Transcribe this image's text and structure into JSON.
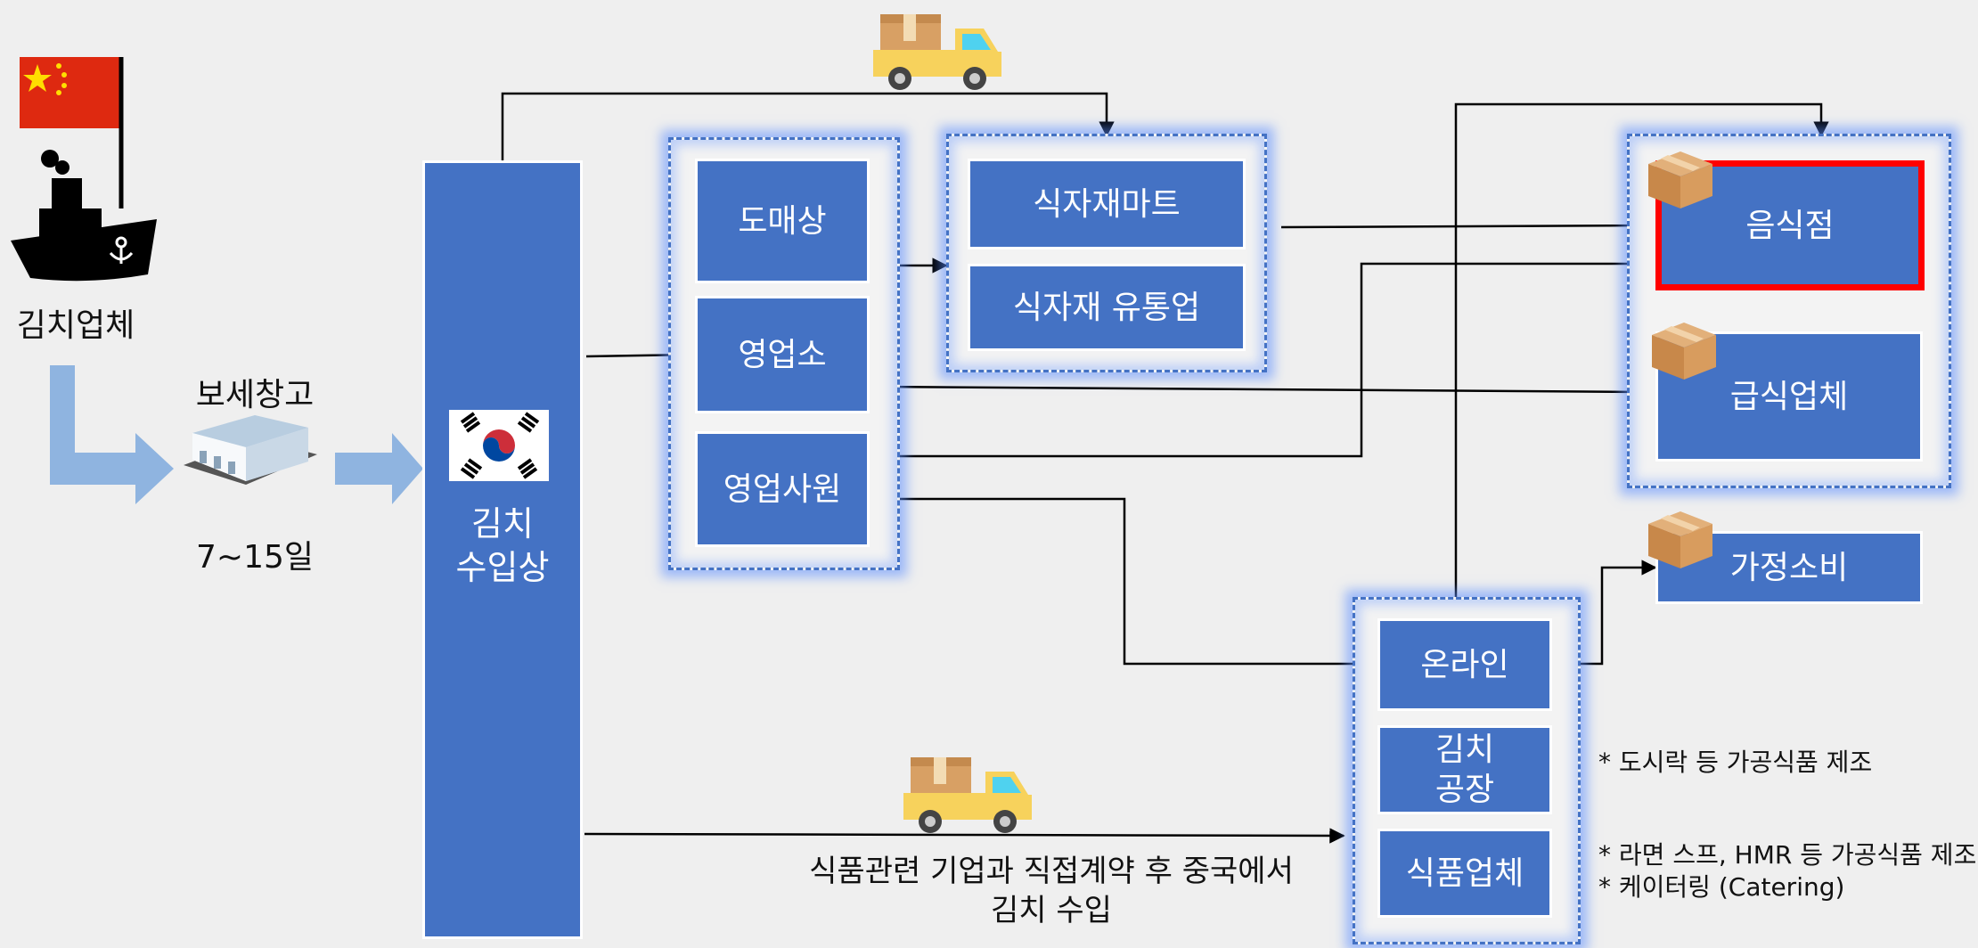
{
  "source": {
    "label": "김치업체"
  },
  "warehouse": {
    "label": "보세창고",
    "duration": "7~15일"
  },
  "importer": {
    "label": "김치\n수입상"
  },
  "sales_group": {
    "items": [
      "도매상",
      "영업소",
      "영업사원"
    ]
  },
  "mart_group": {
    "items": [
      "식자재마트",
      "식자재 유통업"
    ]
  },
  "consumer_group": {
    "items": [
      "음식점",
      "급식업체"
    ]
  },
  "household": {
    "label": "가정소비"
  },
  "channel_group": {
    "items": [
      "온라인",
      "김치\n공장",
      "식품업체"
    ]
  },
  "notes": {
    "factory": "* 도시락 등 가공식품 제조",
    "food_company": "* 라면 스프, HMR 등 가공식품 제조\n* 케이터링 (Catering)"
  },
  "direct_contract": {
    "label": "식품관련 기업과 직접계약 후 중국에서\n김치 수입"
  },
  "colors": {
    "box": "#4472c4",
    "highlight": "#ff0000",
    "arrow": "#8fb4e0"
  }
}
